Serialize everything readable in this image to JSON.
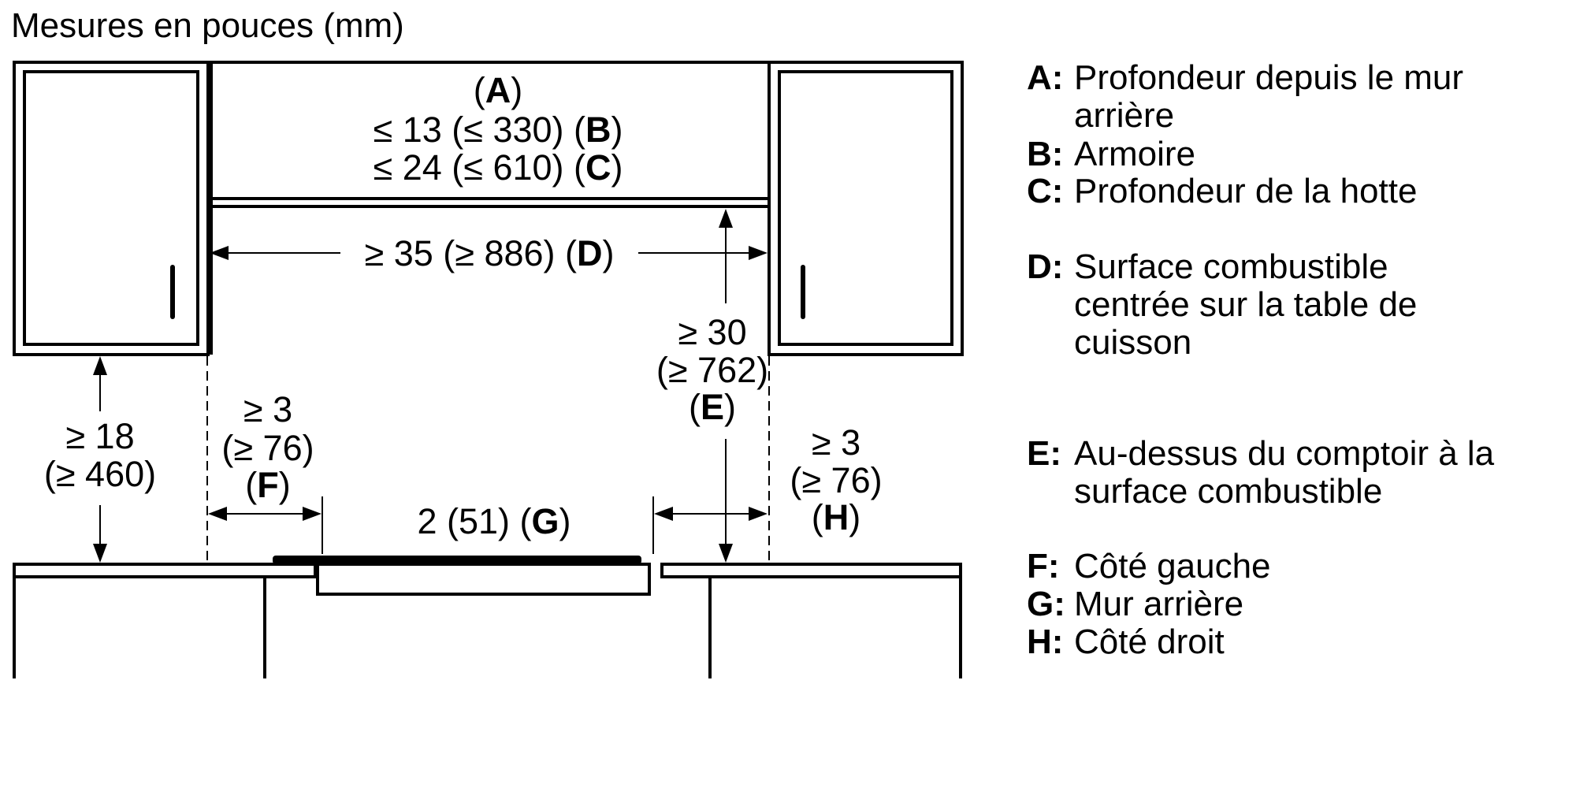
{
  "title": "Mesures en pouces (mm)",
  "hood": {
    "label_a": "A",
    "line_b": {
      "text": "≤ 13 (≤ 330) (",
      "key": "B"
    },
    "line_c": {
      "text": "≤ 24 (≤ 610) (",
      "key": "C"
    }
  },
  "dimensions": {
    "d": {
      "text": "≥ 35 (≥ 886) (",
      "key": "D"
    },
    "e": {
      "line1": "≥ 30",
      "line2": "(≥ 762)",
      "key": "E"
    },
    "left_height": {
      "line1": "≥ 18",
      "line2": "(≥ 460)"
    },
    "f": {
      "line1": "≥ 3",
      "line2": "(≥ 76)",
      "key": "F"
    },
    "g": {
      "text": "2 (51) (",
      "key": "G"
    },
    "h": {
      "line1": "≥ 3",
      "line2": "(≥ 76)",
      "key": "H"
    }
  },
  "legend": [
    {
      "key": "A:",
      "lines": [
        "Profondeur depuis le mur",
        "arrière"
      ]
    },
    {
      "key": "B:",
      "lines": [
        "Armoire"
      ]
    },
    {
      "key": "C:",
      "lines": [
        "Profondeur de la hotte"
      ]
    },
    {
      "key": "D:",
      "lines": [
        "Surface combustible",
        "centrée sur la table de",
        "cuisson"
      ]
    },
    {
      "key": "E:",
      "lines": [
        "Au-dessus du comptoir à la",
        "surface combustible"
      ]
    },
    {
      "key": "F:",
      "lines": [
        "Côté gauche"
      ]
    },
    {
      "key": "G:",
      "lines": [
        "Mur arrière"
      ]
    },
    {
      "key": "H:",
      "lines": [
        "Côté droit"
      ]
    }
  ],
  "close_paren": ")",
  "open_paren": "("
}
